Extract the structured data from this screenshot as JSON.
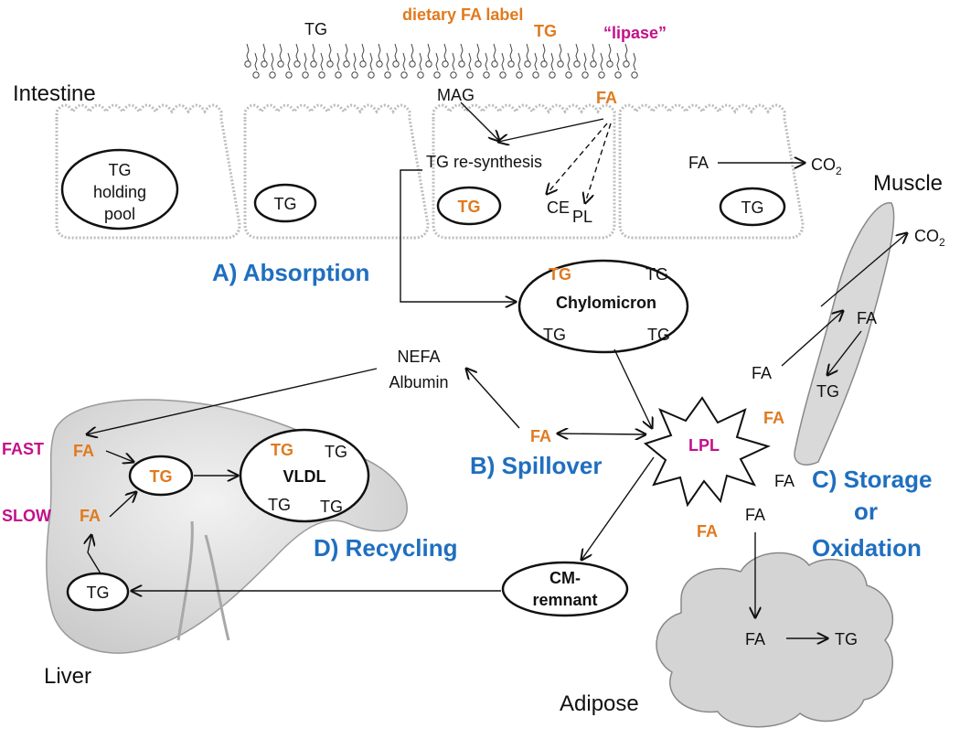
{
  "colors": {
    "orange": "#e07a1f",
    "magenta": "#c4108a",
    "blue": "#1f6fbf",
    "organ_fill": "#d9d9d9"
  },
  "top": {
    "tg": "TG",
    "dietary_label": "dietary FA label",
    "tg_orange": "TG",
    "lipase": "“lipase”"
  },
  "intestine": {
    "title": "Intestine",
    "holding_pool": [
      "TG",
      "holding",
      "pool"
    ],
    "tg_cell2": "TG",
    "mag": "MAG",
    "fa_orange": "FA",
    "resynthesis": "TG re-synthesis",
    "tg_orange": "TG",
    "ce": "CE",
    "pl": "PL",
    "fa_cell4": "FA",
    "co2": "CO",
    "co2_sub": "2",
    "tg_cell4": "TG"
  },
  "muscle": {
    "title": "Muscle",
    "co2": "CO",
    "co2_sub": "2",
    "fa_top": "FA",
    "fa_left": "FA",
    "tg": "TG",
    "fa_orange": "FA"
  },
  "chylomicron": {
    "tg_orange": "TG",
    "tg1": "TG",
    "name": "Chylomicron",
    "tg2": "TG",
    "tg3": "TG"
  },
  "nefa": {
    "line1": "NEFA",
    "line2": "Albumin"
  },
  "lpl": {
    "label": "LPL"
  },
  "spill": {
    "fa_orange": "FA"
  },
  "liver": {
    "title": "Liver",
    "fast": "FAST",
    "fa_fast": "FA",
    "slow": "SLOW",
    "fa_slow": "FA",
    "tg_orange": "TG",
    "tg_bottom": "TG"
  },
  "vldl": {
    "tg_orange": "TG",
    "tg1": "TG",
    "name": "VLDL",
    "tg2": "TG",
    "tg3": "TG"
  },
  "remnant": {
    "line1": "CM-",
    "line2": "remnant"
  },
  "adipose": {
    "title": "Adipose",
    "fa_orange": "FA",
    "fa_black": "FA",
    "fa_in": "FA",
    "tg": "TG"
  },
  "storage": {
    "fa": "FA",
    "line1": "C) Storage",
    "line2": "or",
    "line3": "Oxidation"
  },
  "pathways": {
    "absorption": "A) Absorption",
    "spillover": "B) Spillover",
    "recycling": "D) Recycling"
  }
}
